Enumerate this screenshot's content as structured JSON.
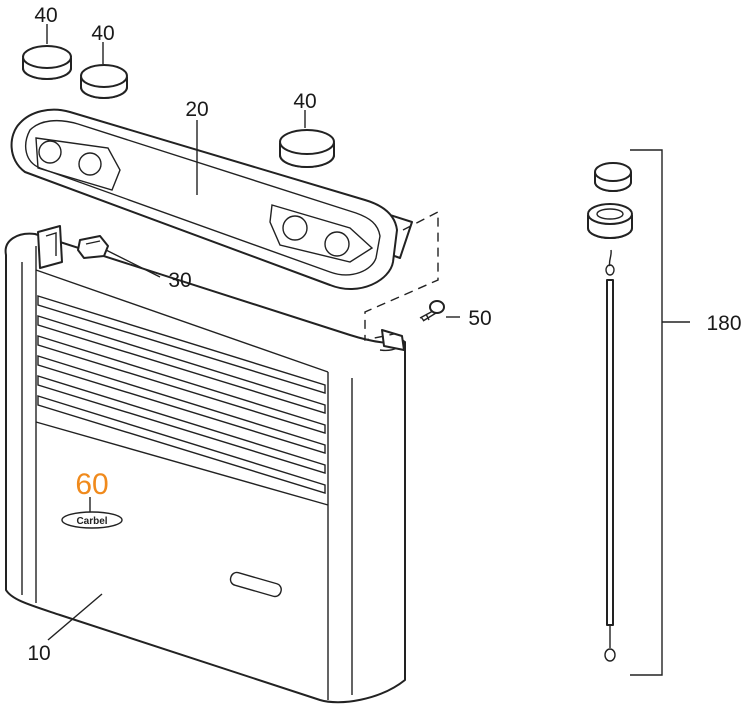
{
  "callouts": {
    "cap_a": "40",
    "cap_b": "40",
    "cap_c": "40",
    "top_cover": "20",
    "clip": "30",
    "screw": "50",
    "casing": "10",
    "logo_part": "60",
    "rod_assembly": "180"
  },
  "colors": {
    "accent": "#F08A1C",
    "line": "#222222"
  },
  "logo_text": "Carbel"
}
